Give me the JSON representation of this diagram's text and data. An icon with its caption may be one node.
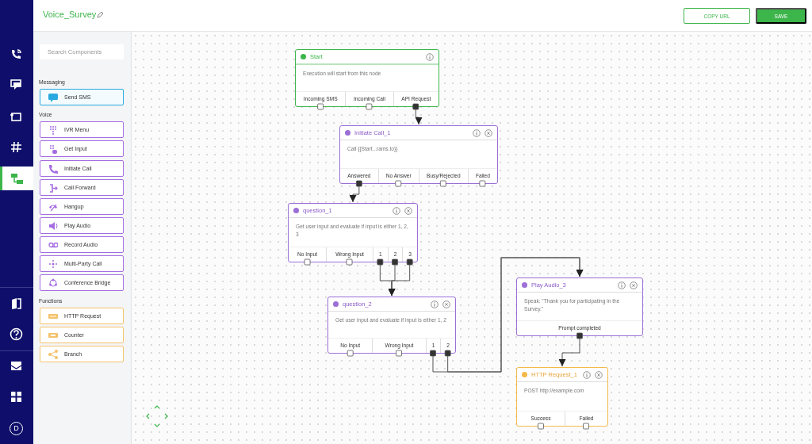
{
  "diagram": {
    "title": "Voice_Survey",
    "nodes": [
      {
        "text": [
          "Start",
          "Execution will start from this node"
        ]
      },
      {
        "text": [
          "Incoming SMS"
        ],
        "in": 0
      },
      {
        "text": [
          "Incoming Call"
        ],
        "in": 0
      },
      {
        "text": [
          "API Request"
        ],
        "in": 0
      },
      {
        "text": [
          "Initiate Call_1",
          "Call {{Start...rams.to}}"
        ]
      },
      {
        "text": [
          "Answered"
        ],
        "in": 4
      },
      {
        "text": [
          "No Answer"
        ],
        "in": 4
      },
      {
        "text": [
          "Busy/Rejected"
        ],
        "in": 4
      },
      {
        "text": [
          "Failed"
        ],
        "in": 4
      },
      {
        "text": [
          "question_1",
          "Get user input and evaluate if input is either 1, 2, 3"
        ]
      },
      {
        "text": [
          "No Input"
        ],
        "in": 9
      },
      {
        "text": [
          "Wrong Input"
        ],
        "in": 9
      },
      {
        "text": [
          "1"
        ],
        "in": 9
      },
      {
        "text": [
          "2"
        ],
        "in": 9
      },
      {
        "text": [
          "3"
        ],
        "in": 9
      },
      {
        "text": [
          "Play Audio_3",
          "Speak: \"Thank you for participating in the Survey.\""
        ]
      },
      {
        "text": [
          "Prompt completed"
        ],
        "in": 15
      },
      {
        "text": [
          "question_2",
          "Get user input and evaluate if input is either 1, 2"
        ]
      },
      {
        "text": [
          "No Input"
        ],
        "in": 17
      },
      {
        "text": [
          "Wrong Input"
        ],
        "in": 17
      },
      {
        "text": [
          "1"
        ],
        "in": 17
      },
      {
        "text": [
          "2"
        ],
        "in": 17
      },
      {
        "text": [
          "HTTP Request_1",
          "POST http://example.com"
        ]
      },
      {
        "text": [
          "Success"
        ],
        "in": 22
      },
      {
        "text": [
          "Failed"
        ],
        "in": 22
      },
      {
        "text": [
          "Send SMS"
        ]
      },
      {
        "text": [
          "IVR Menu"
        ]
      },
      {
        "text": [
          "Get Input"
        ]
      },
      {
        "text": [
          "Initiate Call"
        ]
      },
      {
        "text": [
          "Call Forward"
        ]
      },
      {
        "text": [
          "Hangup"
        ]
      },
      {
        "text": [
          "Play Audio"
        ]
      },
      {
        "text": [
          "Record Audio"
        ]
      },
      {
        "text": [
          "Multi-Party Call"
        ]
      },
      {
        "text": [
          "Conference Bridge"
        ]
      },
      {
        "text": [
          "HTTP Request"
        ]
      },
      {
        "text": [
          "Counter"
        ]
      },
      {
        "text": [
          "Branch"
        ]
      },
      {
        "text": [
          "COPY URL"
        ]
      },
      {
        "text": [
          "SAVE"
        ]
      },
      {
        "text": [
          "D"
        ]
      }
    ],
    "edges": [
      {
        "from": 3,
        "to": 4,
        "arrow": "to"
      },
      {
        "from": 5,
        "to": 9,
        "arrow": "to"
      },
      {
        "from": 12,
        "to": 17,
        "arrow": "to"
      },
      {
        "from": 13,
        "to": 17,
        "arrow": "to"
      },
      {
        "from": 14,
        "to": 17,
        "arrow": "to"
      },
      {
        "from": 20,
        "to": 15,
        "arrow": "to"
      },
      {
        "from": 21,
        "to": 15,
        "arrow": "to"
      },
      {
        "from": 16,
        "to": 22,
        "arrow": "to"
      }
    ],
    "labels": [
      "Search Components",
      "Messaging",
      "Voice",
      "Functions"
    ]
  }
}
